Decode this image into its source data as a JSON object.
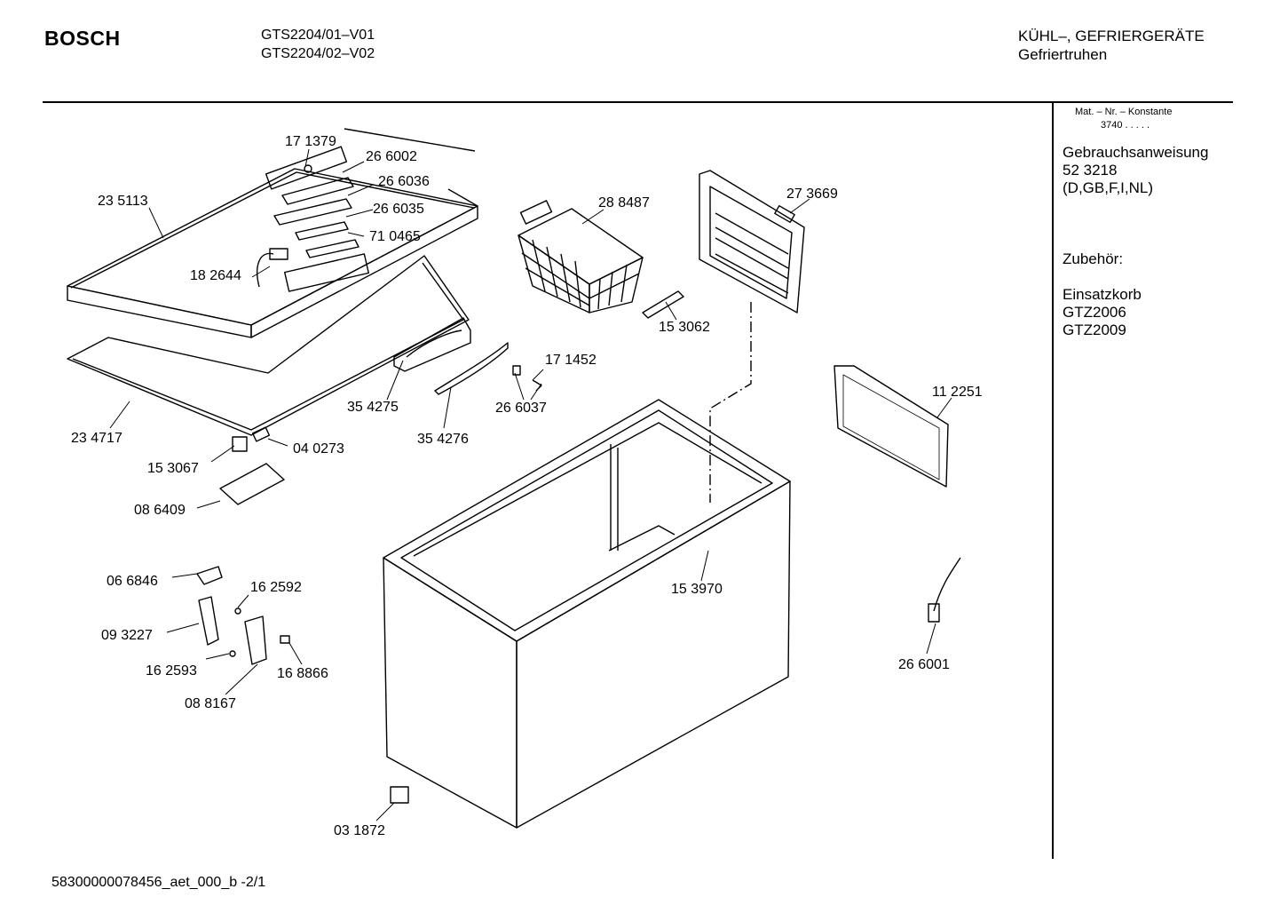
{
  "header": {
    "brand": "BOSCH",
    "model_line1": "GTS2204/01–V01",
    "model_line2": "GTS2204/02–V02",
    "category_line1": "KÜHL–, GEFRIERGERÄTE",
    "category_line2": "Gefriertruhen"
  },
  "sidebar": {
    "mat_label": "Mat. – Nr. – Konstante",
    "mat_value": "3740  .  .  .  .  .",
    "manual_title": "Gebrauchsanweisung",
    "manual_number": "52 3218",
    "manual_languages": "(D,GB,F,I,NL)",
    "accessories_title": "Zubehör:",
    "accessory_1": "Einsatzkorb",
    "accessory_2": "GTZ2006",
    "accessory_3": "GTZ2009"
  },
  "parts": [
    "17 1379",
    "26 6002",
    "26 6036",
    "26 6035",
    "71 0465",
    "23 5113",
    "18 2644",
    "28 8487",
    "27 3669",
    "15 3062",
    "35 4275",
    "17 1452",
    "26 6037",
    "35 4276",
    "23 4717",
    "15 3067",
    "04 0273",
    "08 6409",
    "11 2251",
    "15 3970",
    "06 6846",
    "16 2592",
    "09 3227",
    "16 2593",
    "16 8866",
    "08 8167",
    "26 6001",
    "03 1872"
  ],
  "footer": {
    "doc_code": "58300000078456_aet_000_b   -2/1"
  }
}
